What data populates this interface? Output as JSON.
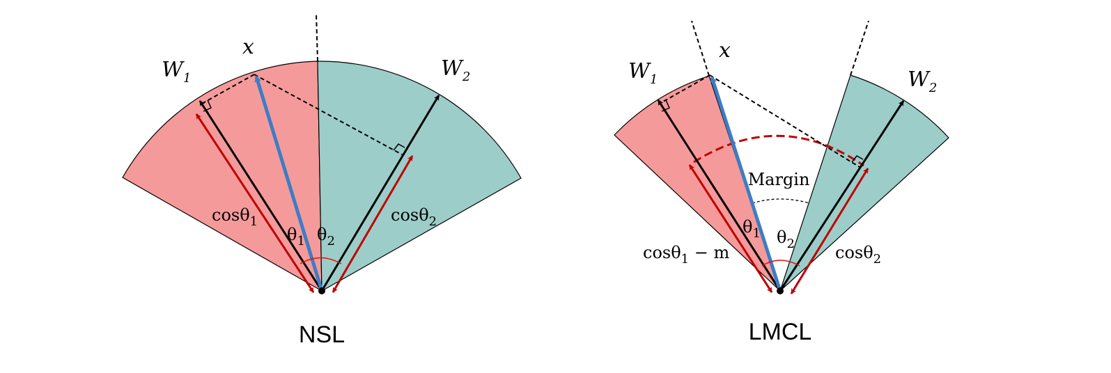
{
  "colors": {
    "class1_region": "#F59A9A",
    "class2_region": "#9CCDC9",
    "feature_vector": "#3D7DC4",
    "weight_vector": "#000000",
    "projection": "#C00000",
    "angle_arc": "#E01010"
  },
  "nsl": {
    "title": "NSL",
    "w1": {
      "base": "W",
      "sub": "1"
    },
    "w2": {
      "base": "W",
      "sub": "2"
    },
    "x": "x",
    "cos1": {
      "base": "cosθ",
      "sub": "1",
      "tail": ""
    },
    "cos2": {
      "base": "cosθ",
      "sub": "2",
      "tail": ""
    },
    "theta1": {
      "base": "θ",
      "sub": "1"
    },
    "theta2": {
      "base": "θ",
      "sub": "2"
    }
  },
  "lmcl": {
    "title": "LMCL",
    "w1": {
      "base": "W",
      "sub": "1"
    },
    "w2": {
      "base": "W",
      "sub": "2"
    },
    "x": "x",
    "margin": "Margin",
    "cos1": {
      "base": "cosθ",
      "sub": "1",
      "tail": " − m"
    },
    "cos2": {
      "base": "cosθ",
      "sub": "2",
      "tail": ""
    },
    "theta1": {
      "base": "θ",
      "sub": "1"
    },
    "theta2": {
      "base": "θ",
      "sub": "2"
    }
  }
}
